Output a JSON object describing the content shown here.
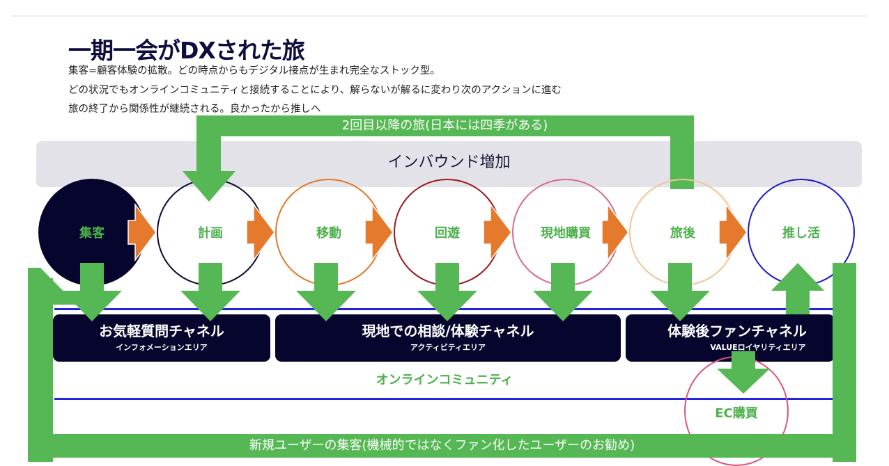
{
  "header": {
    "title": "一期一会がDXされた旅",
    "description": [
      "集客=顧客体験の拡散。どの時点からもデジタル接点が生まれ完全なストック型。",
      "どの状況でもオンラインコミュニティと接続することにより、解らないが解るに変わり次のアクションに進む",
      "旅の終了から関係性が継続される。良かったから推しへ"
    ]
  },
  "diagram": {
    "inbound_label": "インバウンド増加",
    "repeat_trip_label": "2回目以降の旅(日本には四季がある)",
    "stages": [
      {
        "label": "集客",
        "color": "#05052d",
        "filled": true
      },
      {
        "label": "計画",
        "color": "#0b0b30",
        "filled": false
      },
      {
        "label": "移動",
        "color": "#e07a28",
        "filled": false
      },
      {
        "label": "回遊",
        "color": "#9a1a1a",
        "filled": false
      },
      {
        "label": "現地購買",
        "color": "#d96a92",
        "filled": false
      },
      {
        "label": "旅後",
        "color": "#f2c49a",
        "filled": false
      },
      {
        "label": "推し活",
        "color": "#1c1cc8",
        "filled": false
      }
    ],
    "channels": [
      {
        "main": "お気軽質問チャネル",
        "sub": "インフォメーションエリア"
      },
      {
        "main": "現地での相談/体験チャネル",
        "sub": "アクティビティエリア"
      },
      {
        "main": "体験後ファンチャネル",
        "sub": "VALUEロイヤリティエリア"
      }
    ],
    "community_label": "オンラインコミュニティ",
    "ec_label": "EC購買",
    "ec_color": "#d9557a",
    "new_user_label": "新規ユーザーの集客(機械的ではなくファン化したユーザーのお勧め)",
    "colors": {
      "green": "#55b855",
      "orange": "#e57a2c",
      "navy": "#05052d",
      "line_blue": "#2424d8",
      "inbound_bg": "#e2e2e8"
    }
  }
}
